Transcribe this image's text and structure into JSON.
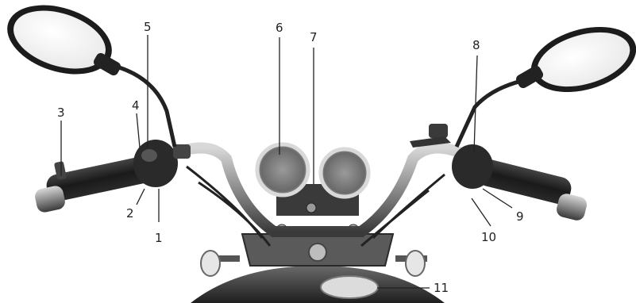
{
  "figure": {
    "description_kind": "photo-diagram",
    "callouts": [
      {
        "id": "1",
        "label": "1"
      },
      {
        "id": "2",
        "label": "2"
      },
      {
        "id": "3",
        "label": "3"
      },
      {
        "id": "4",
        "label": "4"
      },
      {
        "id": "5",
        "label": "5"
      },
      {
        "id": "6",
        "label": "6"
      },
      {
        "id": "7",
        "label": "7"
      },
      {
        "id": "8",
        "label": "8"
      },
      {
        "id": "9",
        "label": "9"
      },
      {
        "id": "10",
        "label": "10"
      },
      {
        "id": "11",
        "label": "11"
      }
    ]
  }
}
